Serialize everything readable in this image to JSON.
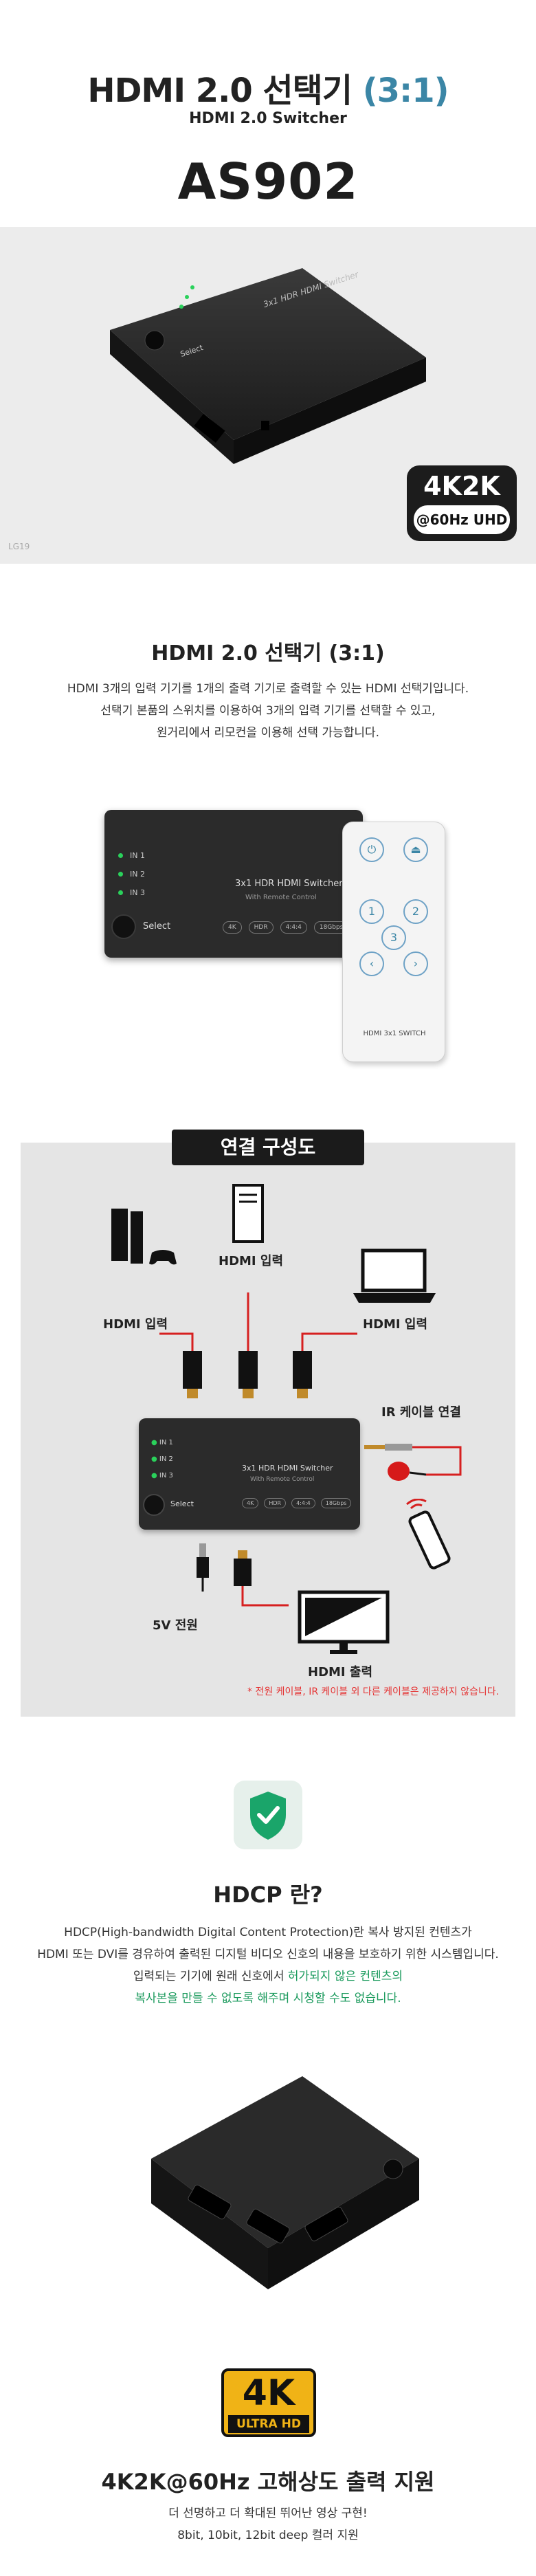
{
  "hero": {
    "title_main": "HDMI 2.0 선택기 ",
    "title_accent": "(3:1)",
    "subtitle": "HDMI 2.0 Switcher",
    "model": "AS902",
    "badge_top": "4K2K",
    "badge_bottom": "@60Hz UHD",
    "lot_code": "LG19"
  },
  "device": {
    "front_text": "3x1 HDR HDMI Switcher",
    "front_sub": "With Remote Control",
    "select_label": "Select",
    "leds": [
      "IN 1",
      "IN 2",
      "IN 3"
    ],
    "chip_labels": [
      "4K",
      "HDR",
      "4:4:4",
      "18Gbps"
    ]
  },
  "remote": {
    "buttons": [
      "1",
      "2",
      "3"
    ],
    "label": "HDMI 3x1 SWITCH"
  },
  "section2": {
    "title": "HDMI 2.0 선택기 (3:1)",
    "lines": [
      "HDMI 3개의 입력 기기를 1개의 출력 기기로 출력할 수 있는 HDMI 선택기입니다.",
      "선택기 본품의 스위치를 이용하여 3개의 입력 기기를 선택할 수 있고,",
      "원거리에서 리모컨을 이용해 선택 가능합니다."
    ]
  },
  "connection": {
    "label": "연결 구성도",
    "hdmi_input_top": "HDMI 입력",
    "hdmi_input_left": "HDMI 입력",
    "hdmi_input_right": "HDMI 입력",
    "ir_label": "IR 케이블 연결",
    "power_label": "5V 전원",
    "output_label": "HDMI 출력",
    "note": "* 전원 케이블, IR 케이블 외 다른 케이블은 제공하지 않습니다."
  },
  "hdcp": {
    "title": "HDCP 란?",
    "line1": "HDCP(High-bandwidth Digital Content Protection)란 복사 방지된 컨텐츠가",
    "line2": "HDMI 또는 DVI를 경유하여 출력된 디지털 비디오 신호의 내용을 보호하기 위한 시스템입니다.",
    "line3_plain": "입력되는 기기에 원래 신호에서 ",
    "line3_hl": "허가되지 않은 컨텐츠의",
    "line4_hl": "복사본을 만들 수 없도록 해주며 시청할 수도 없습니다."
  },
  "uhd": {
    "badge_main": "4K",
    "badge_sub": "ULTRA HD",
    "title": "4K2K@60Hz 고해상도 출력 지원",
    "lines": [
      "더 선명하고 더 확대된 뛰어난 영상 구현!",
      "8bit, 10bit, 12bit deep 컬러 지원"
    ]
  },
  "colors": {
    "accent": "#3b86a6",
    "highlight": "#1a9a5c",
    "note_red": "#e53333",
    "badge_gold": "#f0b316"
  }
}
